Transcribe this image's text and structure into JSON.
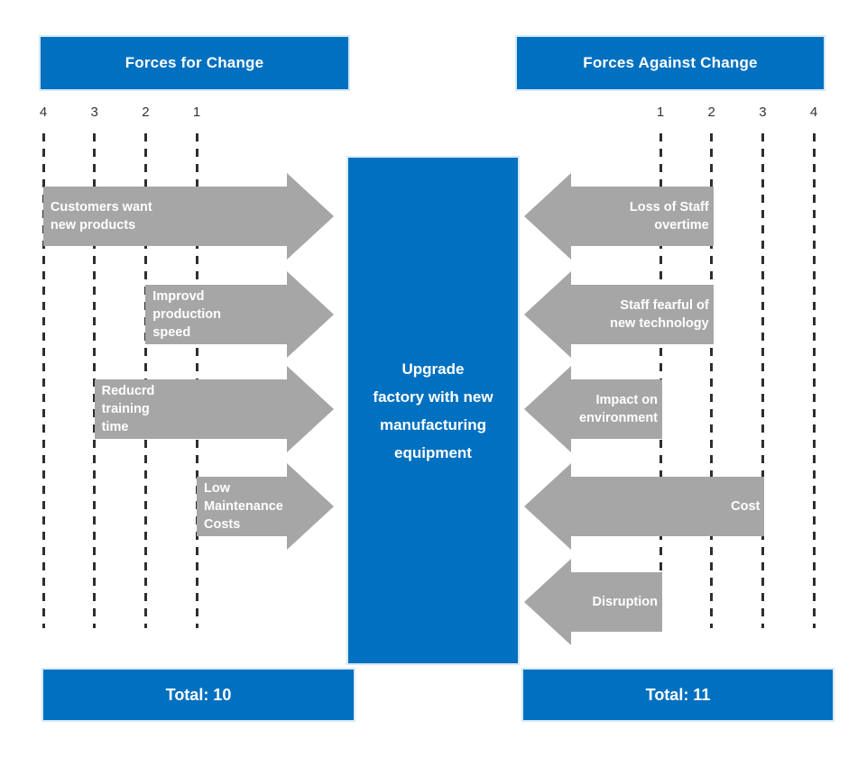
{
  "diagram": {
    "type": "force-field-analysis",
    "left": {
      "header": "Forces for Change",
      "total": "Total: 10",
      "scale": [
        "4",
        "3",
        "2",
        "1"
      ],
      "forces": [
        {
          "label": "Customers want\nnew products",
          "value": 4
        },
        {
          "label": "Improvd\nproduction\nspeed",
          "value": 2
        },
        {
          "label": "Reducrd\ntraining\ntime",
          "value": 3
        },
        {
          "label": "Low\nMaintenance\nCosts",
          "value": 1
        }
      ]
    },
    "right": {
      "header": "Forces Against Change",
      "total": "Total: 11",
      "scale": [
        "1",
        "2",
        "3",
        "4"
      ],
      "forces": [
        {
          "label": "Loss of Staff\novertime",
          "value": 2
        },
        {
          "label": "Staff fearful of\nnew technology",
          "value": 2
        },
        {
          "label": "Impact on\nenvironment",
          "value": 1
        },
        {
          "label": "Cost",
          "value": 3
        },
        {
          "label": "Disruption",
          "value": 1
        }
      ]
    },
    "center": {
      "goal": "Upgrade\nfactory with new\nmanufacturing\nequipment"
    },
    "colors": {
      "blue": "#0070C0",
      "gray": "#A6A6A6",
      "dashed_line": "#2E2E2E",
      "text_on_fill": "#FFFFFF"
    }
  }
}
